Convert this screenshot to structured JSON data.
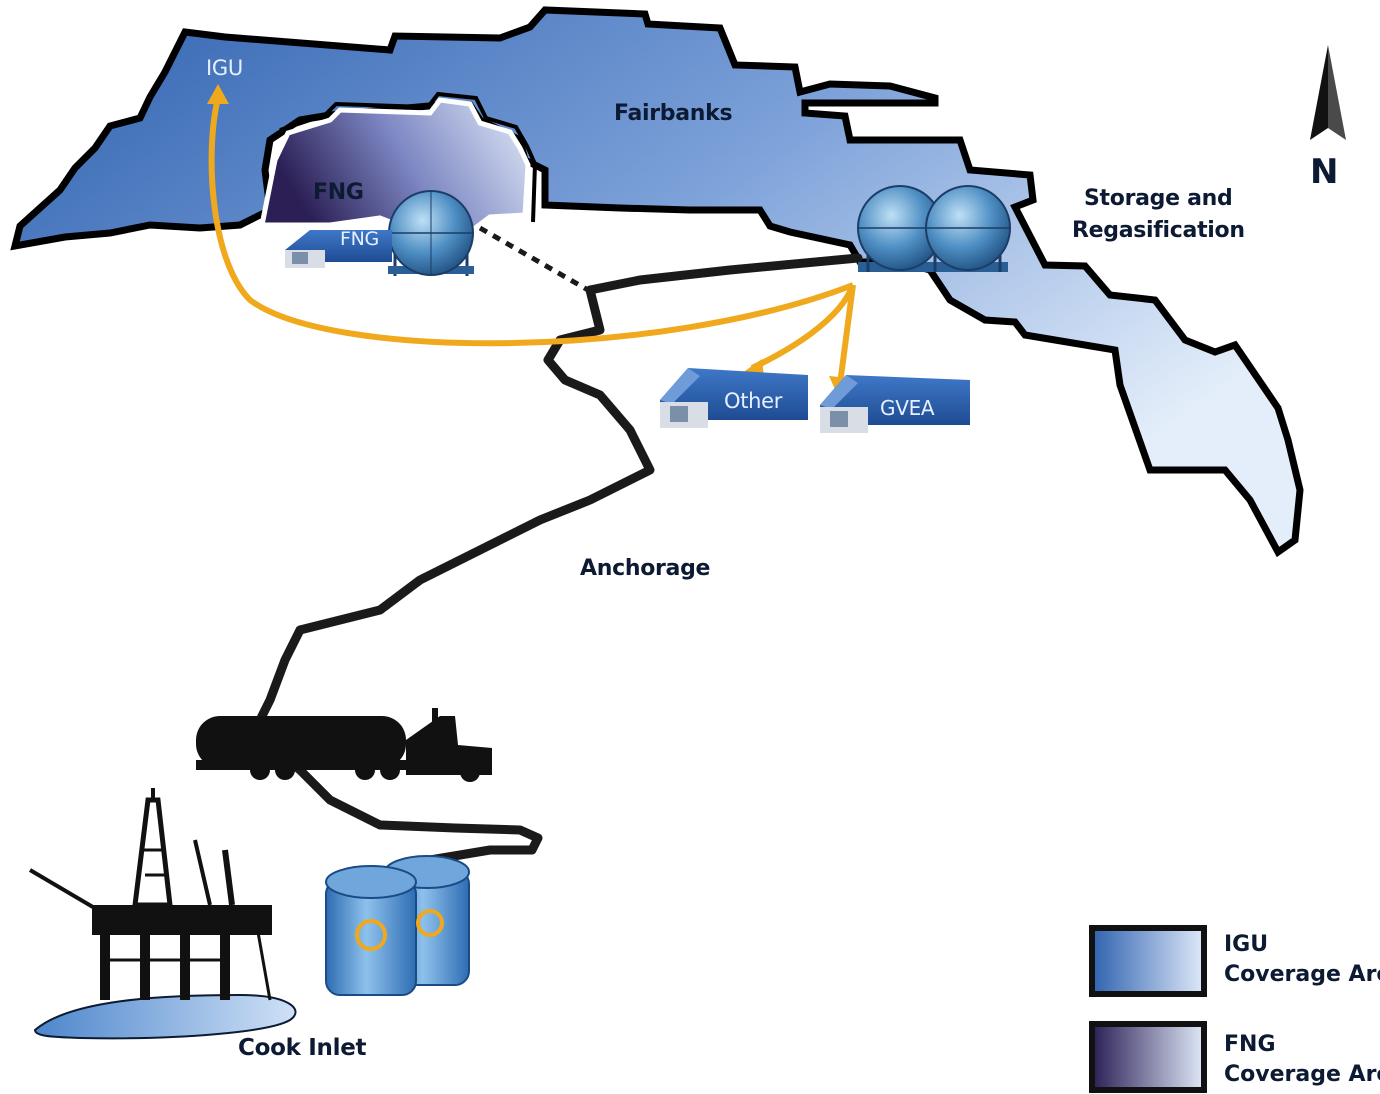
{
  "labels": {
    "igu": "IGU",
    "fairbanks": "Fairbanks",
    "fng_area": "FNG",
    "fng_building": "FNG",
    "storage": "Storage and",
    "regasification": "Regasification",
    "other": "Other",
    "gvea": "GVEA",
    "anchorage": "Anchorage",
    "cook_inlet": "Cook Inlet",
    "north": "N"
  },
  "legend": [
    {
      "title": "IGU",
      "subtitle": "Coverage Are"
    },
    {
      "title": "FNG",
      "subtitle": "Coverage Are"
    }
  ],
  "colors": {
    "igu_dark": "#2f62b0",
    "igu_light": "#dce8f8",
    "fng_dark": "#2d2057",
    "fng_light": "#d8e4f5",
    "pipeline": "#1a1a1a",
    "flow_arrow": "#f0a91c",
    "building": "#2b5fb0"
  },
  "icons": [
    "north-arrow-icon",
    "storage-tank-icon",
    "building-icon",
    "truck-icon",
    "oil-rig-icon",
    "lng-tank-icon"
  ]
}
